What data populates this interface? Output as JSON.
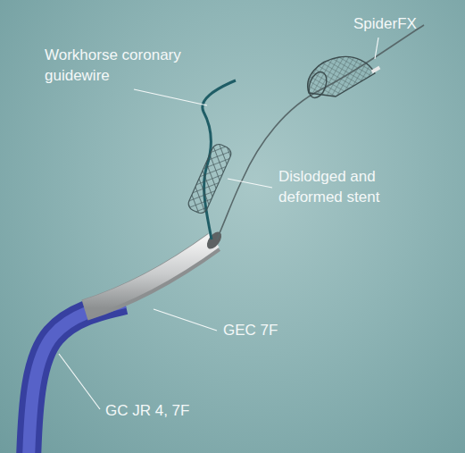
{
  "diagram": {
    "labels": [
      "SpiderFX",
      "Workhorse coronary guidewire",
      "Dislodged and deformed stent",
      "GEC 7F",
      "GC JR 4, 7F"
    ]
  }
}
